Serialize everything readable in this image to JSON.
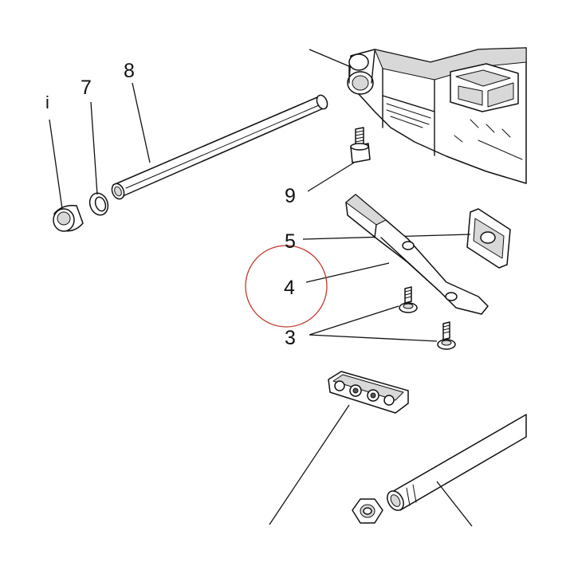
{
  "callouts": [
    {
      "id": "label-i",
      "text": "i"
    },
    {
      "id": "label-7",
      "text": "7"
    },
    {
      "id": "label-8",
      "text": "8"
    },
    {
      "id": "label-9",
      "text": "9"
    },
    {
      "id": "label-5",
      "text": "5"
    },
    {
      "id": "label-4",
      "text": "4"
    },
    {
      "id": "label-3",
      "text": "3"
    }
  ],
  "highlight": {
    "color": "#c0392b",
    "target": "4"
  }
}
